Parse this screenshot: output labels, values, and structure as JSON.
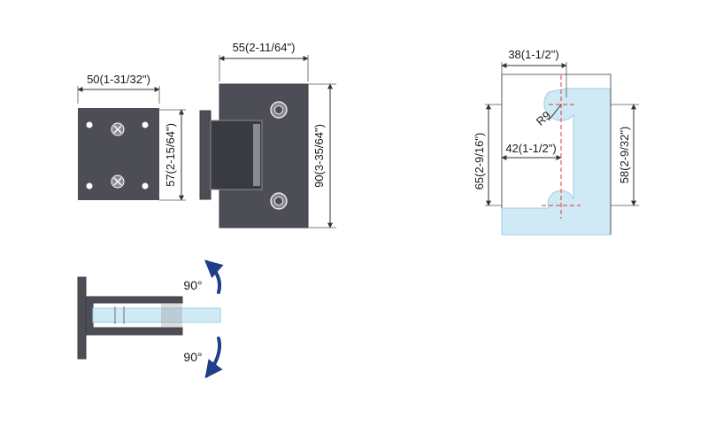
{
  "colors": {
    "metal": "#4d4d55",
    "metal_dark": "#3a3a42",
    "metal_light": "#8a8a92",
    "glass": "#cfeaf4",
    "glass_edge": "#9ccfe3",
    "centerline": "#e23a3a",
    "arrow": "#1f3f8a",
    "line": "#333333"
  },
  "front_view": {
    "width_label": "50(1-31/32\")",
    "height_label": "57(2-15/64\")"
  },
  "side_view": {
    "width_label": "55(2-11/64\")",
    "height_label": "90(3-35/64\")"
  },
  "glass_cutout": {
    "top_width_label": "38(1-1/2\")",
    "inner_width_label": "42(1-1/2\")",
    "radius_label": "R9",
    "left_height_label": "65(2-9/16\")",
    "right_height_label": "58(2-9/32\")"
  },
  "rotation_view": {
    "angle_top_label": "90°",
    "angle_bottom_label": "90°"
  }
}
